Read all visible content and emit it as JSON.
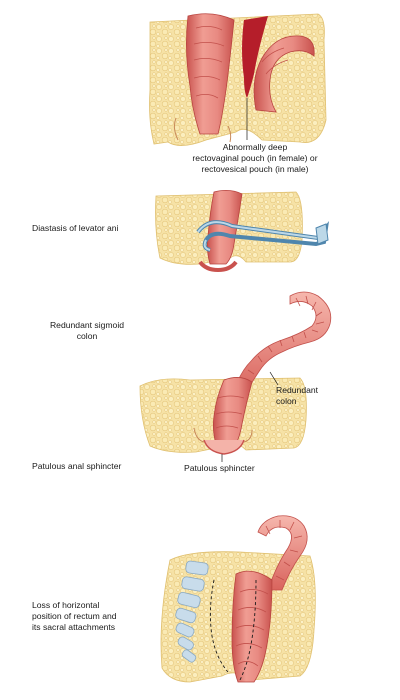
{
  "panels": [
    {
      "id": "rectovaginal-pouch",
      "side_label": "",
      "callouts": [
        {
          "id": "pouch",
          "text": "Abnormally deep\nrectovaginal pouch (in female) or\nrectovesical pouch (in male)"
        }
      ]
    },
    {
      "id": "levator-ani",
      "side_label": "Diastasis of levator ani",
      "callouts": []
    },
    {
      "id": "redundant-sigmoid",
      "side_label": "Redundant sigmoid\ncolon",
      "callouts": [
        {
          "id": "redundant-colon",
          "text": "Redundant\ncolon"
        }
      ]
    },
    {
      "id": "patulous-sphincter",
      "side_label": "Patulous anal sphincter",
      "callouts": [
        {
          "id": "patulous-sphincter",
          "text": "Patulous sphincter"
        }
      ]
    },
    {
      "id": "horizontal-rectum",
      "side_label": "Loss of horizontal\nposition of rectum and\nits sacral attachments",
      "callouts": []
    }
  ],
  "colors": {
    "fat_tissue": "#f4dd98",
    "fat_outline": "#e0c070",
    "rectum_fill": "#e88a82",
    "rectum_dark": "#c9524e",
    "rectum_light": "#f4b3a9",
    "pouch_red": "#b51e2a",
    "retractor": "#bcd8e8",
    "retractor_edge": "#4f86ad",
    "vertebra": "#c8dceb",
    "vertebra_edge": "#8aa9c2",
    "line": "#1a1a1a"
  }
}
